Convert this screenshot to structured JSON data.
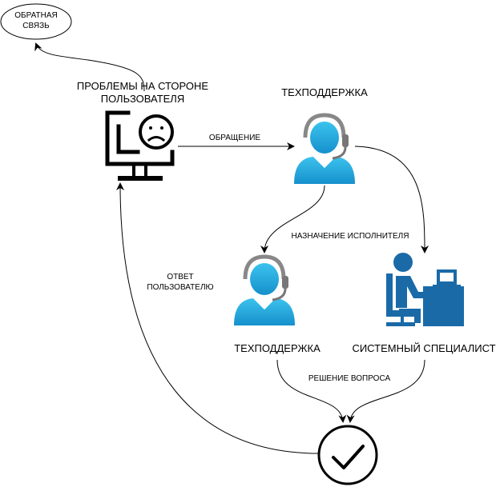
{
  "nodes": {
    "feedback": "ОБРАТНАЯ\nСВЯЗЬ",
    "user_problems": "ПРОБЛЕМЫ НА СТОРОНЕ\nПОЛЬЗОВАТЕЛЯ",
    "support_top": "ТЕХПОДДЕРЖКА",
    "support_bottom": "ТЕХПОДДЕРЖКА",
    "sys_specialist": "СИСТЕМНЫЙ СПЕЦИАЛИСТ"
  },
  "edges": {
    "request": "ОБРАЩЕНИЕ",
    "assign": "НАЗНАЧЕНИЕ ИСПОЛНИТЕЛЯ",
    "answer": "ОТВЕТ\nПОЛЬЗОВАТЕЛЮ",
    "resolve": "РЕШЕНИЕ ВОПРОСА"
  },
  "icons": {
    "user_pc": "sad-computer-icon",
    "support_agent": "headset-agent-icon",
    "specialist": "person-at-desk-icon",
    "done": "checkmark-circle-icon"
  },
  "colors": {
    "line": "#000000",
    "agent_light": "#29b6e6",
    "agent_dark": "#0e8fc7",
    "headset": "#808080",
    "specialist_blue": "#1a6aa8"
  }
}
